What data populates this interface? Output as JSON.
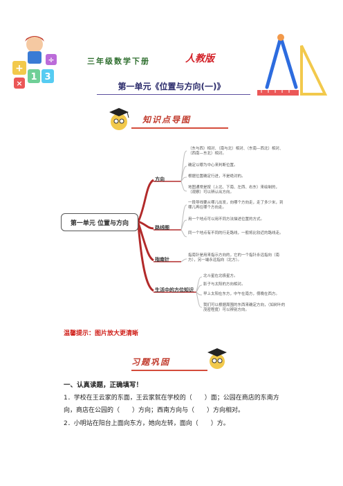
{
  "header": {
    "grade_title": "三年级数学下册",
    "edition": "人教版",
    "unit_title": "第一单元《位置与方向(一)》"
  },
  "banners": {
    "knowledge_map": "知识点导图",
    "practice": "习题巩固"
  },
  "mind_map": {
    "root": "第一单元 位置与方向",
    "branches": [
      {
        "label": "方向",
        "notes": [
          "（东与西）相对、（南与北）相对、（东南—西北）相对、（西南—东北）相对。",
          "确定以哪为中心来判断位置。",
          "根据位置确定行进，不是绝对的。",
          "地图通常是按（上北、下南、左西、右东）来绘制的，（观察）可以辨认出方向。"
        ]
      },
      {
        "label": "路线图",
        "notes": [
          "一段导线要从哪儿出发，向哪个方向走，走了多少米，到哪儿再往哪个方向走。",
          "用一个地点可以用不同方法描述位置的方式。",
          "同一个地点有不同的行走路线，一般将比较近的路线走。"
        ]
      },
      {
        "label": "指南针",
        "notes": [
          "指南针是用来指示方向的，它的一个指针永远指向（南方），另一端永远指向（北方）。"
        ]
      },
      {
        "label": "生活中的方位知识",
        "notes": [
          "北斗星在北极星方。",
          "影子与太阳的方向相对。",
          "早上太阳在东方，中午在南方，傍晚在西方。",
          "我们可以根据周围的东西来确定方向，（如树叶的茂密程度）可以辨别方向。"
        ]
      }
    ]
  },
  "tip": "温馨提示：图片放大更清晰",
  "exercise": {
    "section_heading": "一、认真读题，正确填写！",
    "q1_line1": "1．学校在王云家的东面，王云家就在学校的（　　）面；公园在商店的东南方",
    "q1_line2": "向，商店在公园的（　　）方向；西南方向与（　　）方向相对。",
    "q2_line1": "2．小明站在阳台上面向东方，她向左转，面向（　　）方。"
  },
  "colors": {
    "title_green": "#2f6f2f",
    "edition_red": "#d3232a",
    "banner_red": "#c0392b",
    "branch_line": "#b22a2a",
    "tip_red": "#d0211b"
  }
}
